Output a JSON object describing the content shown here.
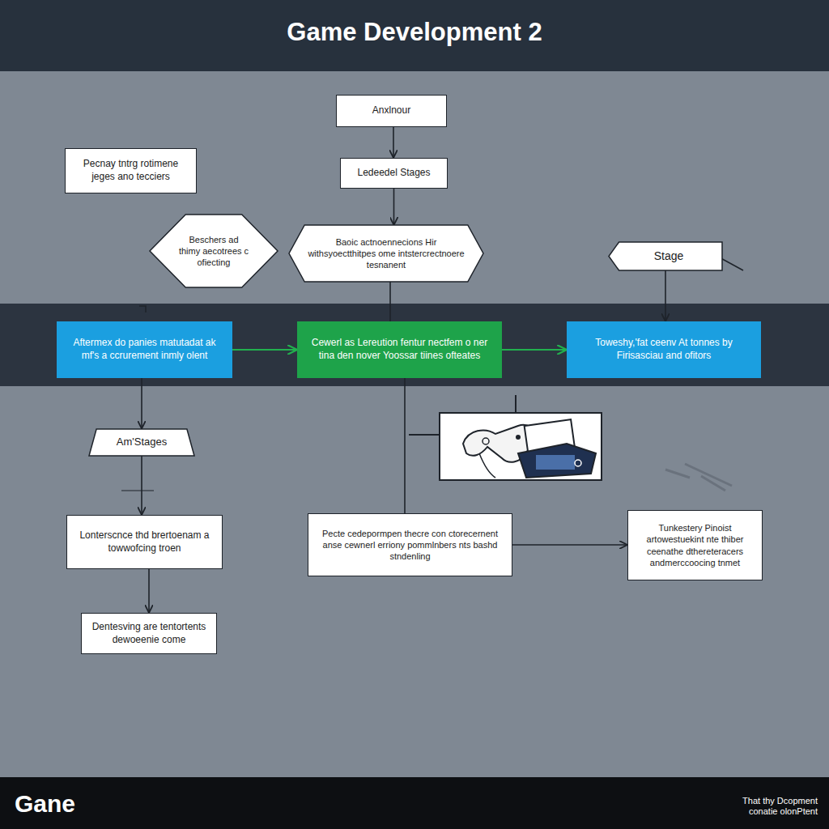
{
  "diagram": {
    "title": "Game Development 2",
    "caption": "That thy Dcopment conatie olonPtent",
    "nodes": [
      {
        "text": [
          "Anxlnour"
        ]
      },
      {
        "text": [
          "Ledeedel Stages"
        ]
      },
      {
        "text": [
          "Pecnay tntrg rotimene jeges ano tecciers"
        ]
      },
      {
        "text": [
          "Beschers ad thimy aecotrees c ofiecting"
        ]
      },
      {
        "text": [
          "Baoic actnoennecions Hir withsyoectthitpes ome intstercrectnoere tesnanent"
        ]
      },
      {
        "text": [
          "Stage"
        ]
      },
      {
        "text": [
          "Aftermex do panies matutadat ak mf's a ccrurement inmly olent"
        ]
      },
      {
        "text": [
          "Cewerl as Lereution fentur nectfem o ner tina den nover Yoossar tiines ofteates"
        ]
      },
      {
        "text": [
          "Toweshy,'fat ceenv At tonnes by Firisasciau and ofitors"
        ]
      },
      {
        "text": [
          "Am'Stages"
        ]
      },
      {
        "text": [
          "Lonterscnce thd brertoenam a towwofcing troen"
        ]
      },
      {
        "text": [
          "Pecte cedepormpen thecre con ctorecernent anse cewnerl erriony pommlnbers nts bashd stndenling"
        ]
      },
      {
        "text": [
          "Tunkestery Pinoist artowestuekint nte thiber ceenathe dthereteracers andmerccoocing tnmet"
        ]
      },
      {
        "text": [
          "Dentesving are tentortents dewoeenie come"
        ]
      }
    ],
    "edges": [
      {
        "from": 0,
        "to": 1,
        "arrow": "to"
      },
      {
        "from": 1,
        "to": 4,
        "arrow": "to"
      },
      {
        "from": 4,
        "to": 7,
        "arrow": "none"
      },
      {
        "from": 5,
        "to": 8,
        "arrow": "to"
      },
      {
        "from": 6,
        "to": 7,
        "arrow": "to"
      },
      {
        "from": 7,
        "to": 8,
        "arrow": "to"
      },
      {
        "from": 6,
        "to": 9,
        "arrow": "to"
      },
      {
        "from": 9,
        "to": 10,
        "arrow": "to"
      },
      {
        "from": 10,
        "to": 13,
        "arrow": "to"
      },
      {
        "from": 7,
        "to": 11,
        "arrow": "none"
      },
      {
        "from": 11,
        "to": 12,
        "arrow": "to"
      }
    ],
    "labels": [
      "Gane"
    ]
  }
}
